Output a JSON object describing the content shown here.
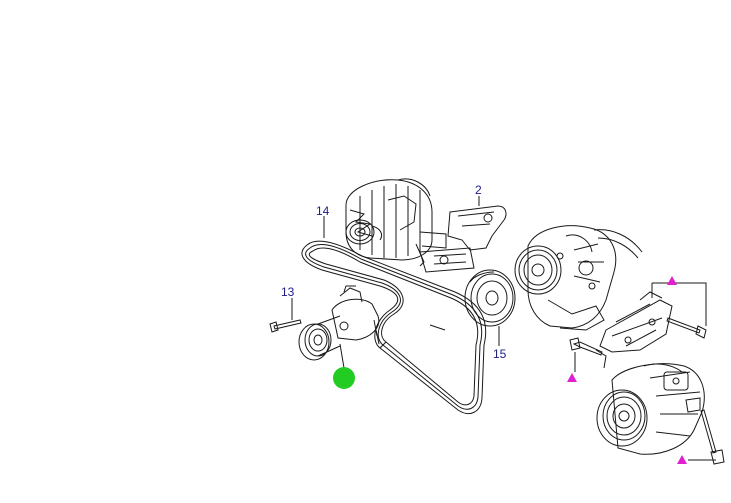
{
  "callouts": [
    {
      "id": "c2",
      "label": "2"
    },
    {
      "id": "c13",
      "label": "13"
    },
    {
      "id": "c14",
      "label": "14"
    },
    {
      "id": "c15",
      "label": "15"
    }
  ],
  "colors": {
    "callout_text": "#1c1c8c",
    "line": "#1a1a1a",
    "hotspot": "#22cc22",
    "marker": "#e020d0"
  },
  "icons": {
    "hotspot": "green-dot-icon",
    "marker": "magenta-triangle-icon"
  }
}
